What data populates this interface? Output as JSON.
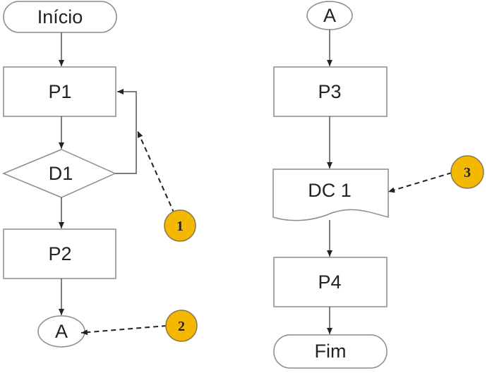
{
  "colors": {
    "badge_fill": "#F5B800",
    "stroke": "#8c8c8c"
  },
  "left": {
    "start": "Início",
    "p1": "P1",
    "d1": "D1",
    "p2": "P2",
    "connector": "A"
  },
  "right": {
    "connector": "A",
    "p3": "P3",
    "dc1": "DC 1",
    "p4": "P4",
    "end": "Fim"
  },
  "callouts": [
    "1",
    "2",
    "3"
  ]
}
